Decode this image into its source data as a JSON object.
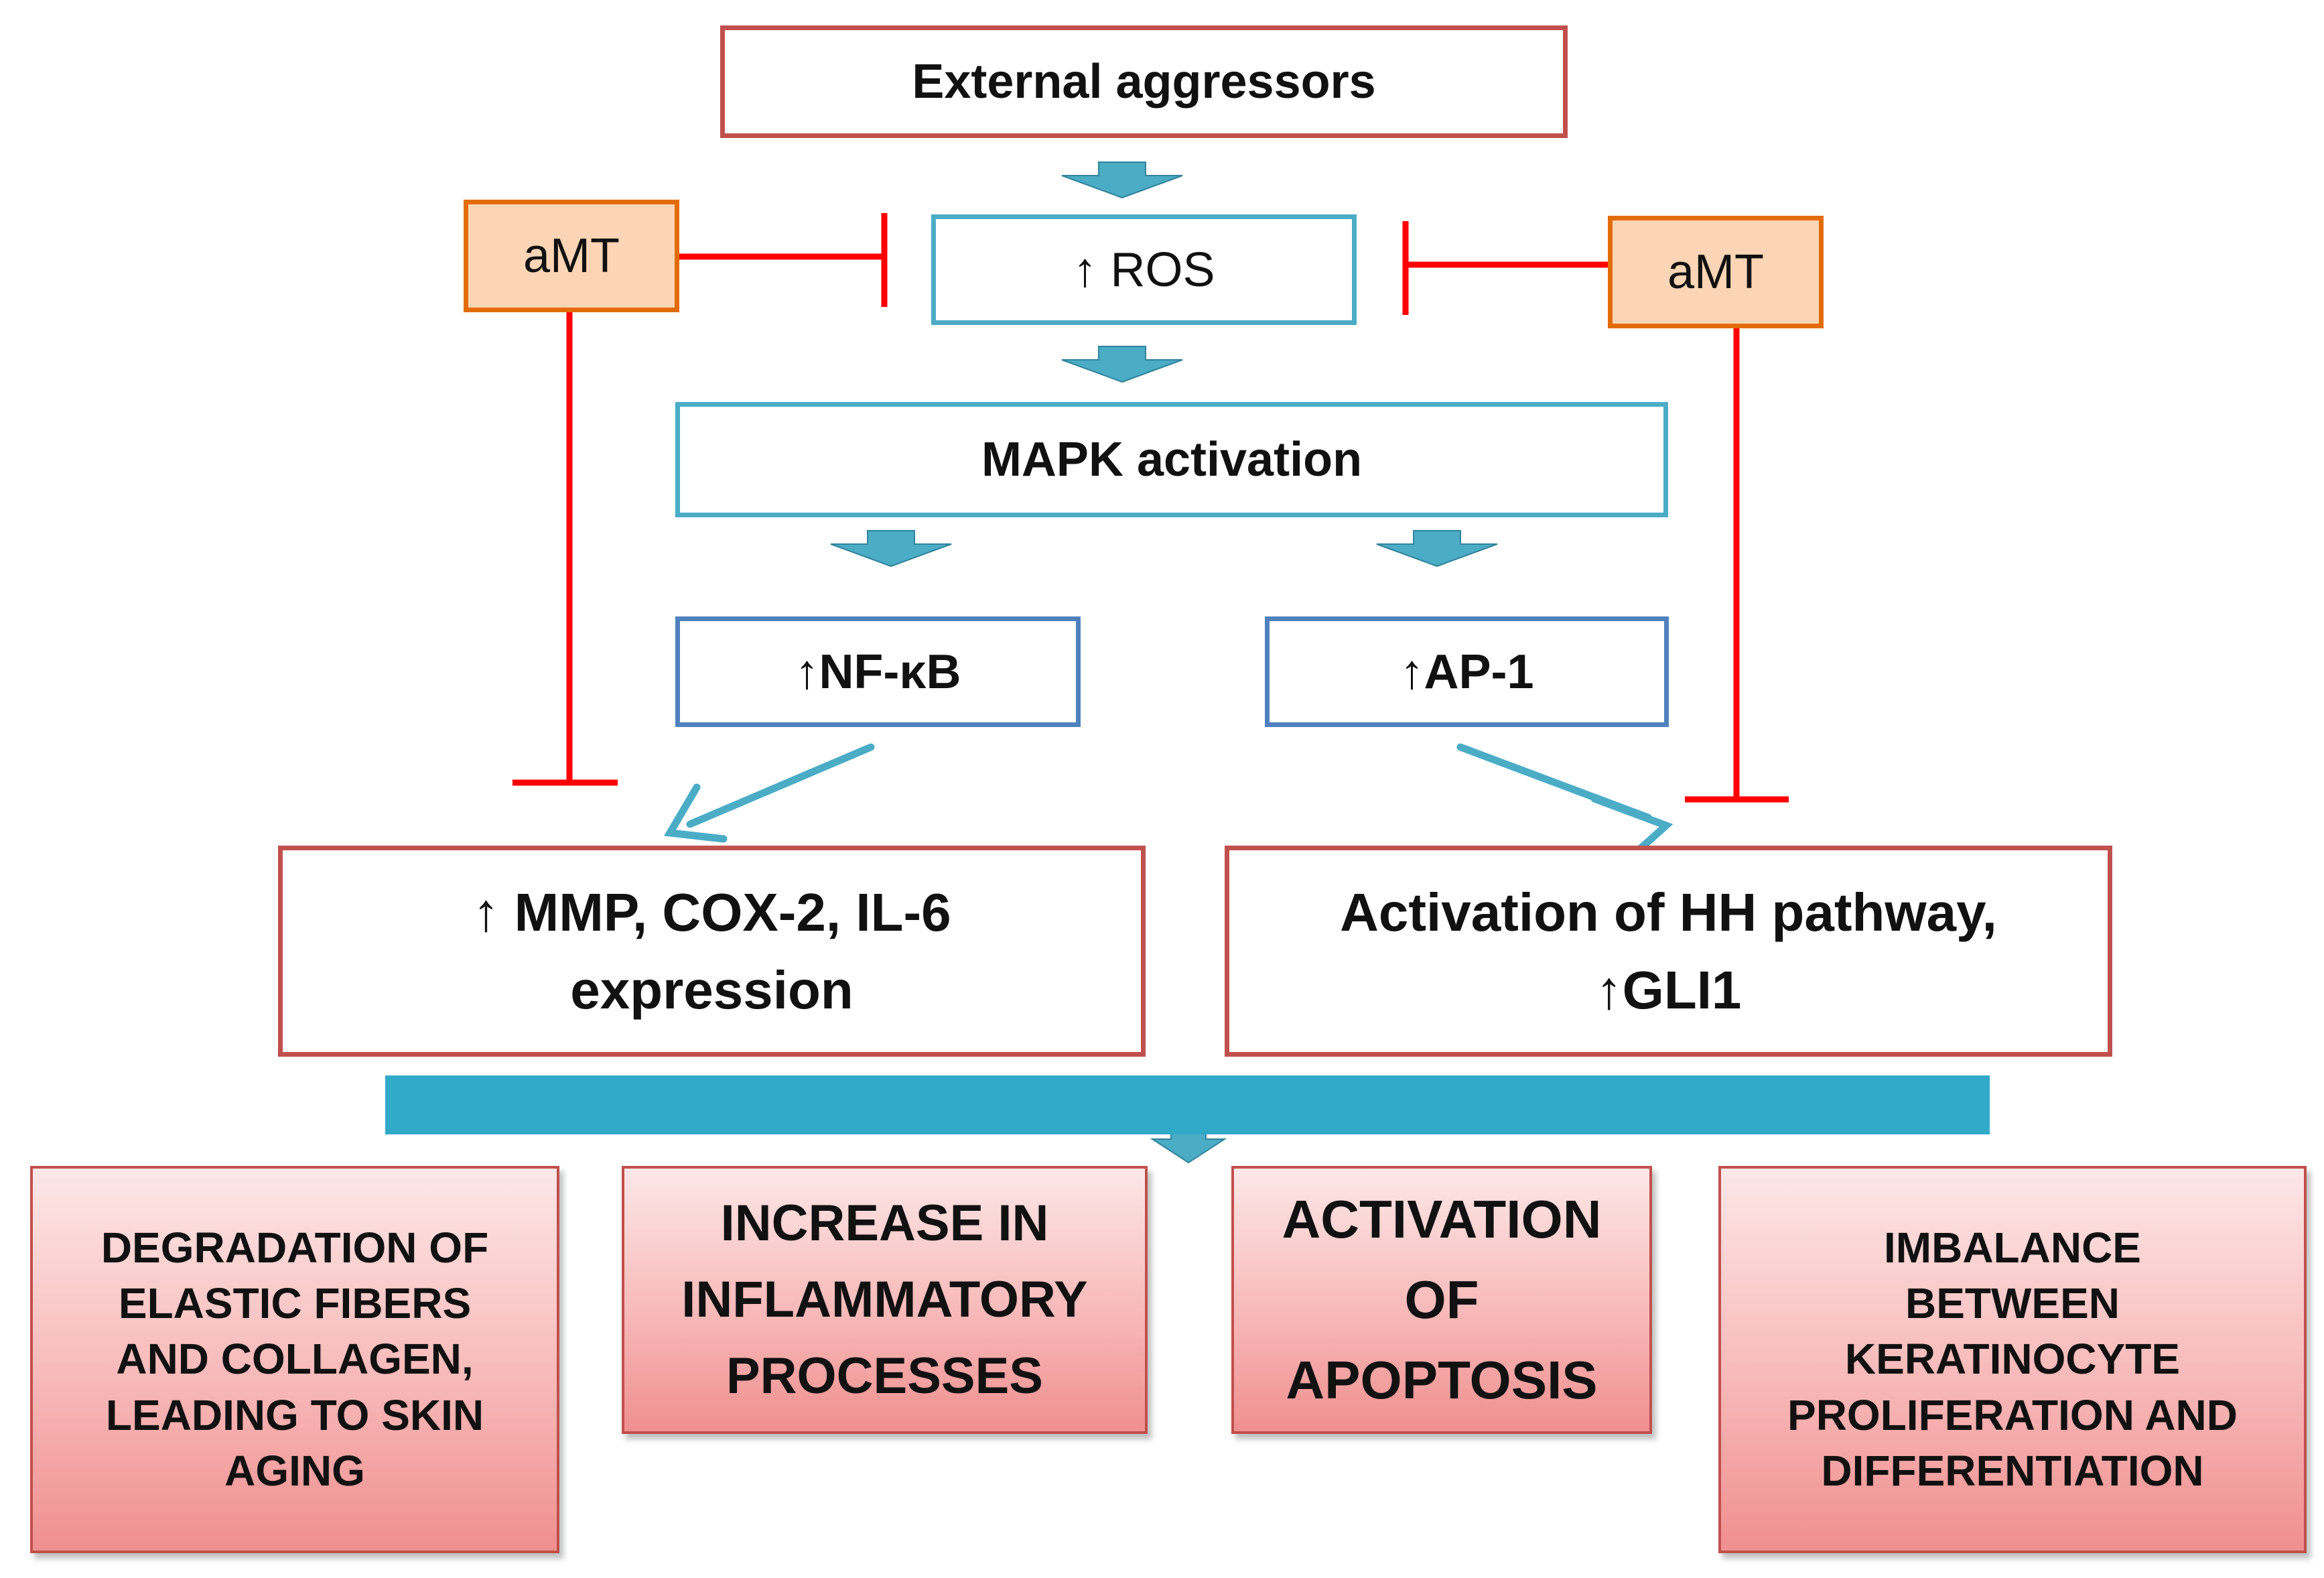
{
  "boxes": {
    "external": "External aggressors",
    "ros": "↑ ROS",
    "mapk": "MAPK activation",
    "nfkb": "↑NF-κB",
    "ap1": "↑AP-1",
    "mmp_line1": "↑ MMP, COX-2, IL-6",
    "mmp_line2": "expression",
    "hh_line1": "Activation of HH pathway,",
    "hh_line2": "↑GLI1"
  },
  "inhibitors": {
    "left": "aMT",
    "right": "aMT"
  },
  "outcomes": [
    {
      "lines": [
        "DEGRADATION OF",
        "ELASTIC FIBERS",
        "AND COLLAGEN,",
        "LEADING TO SKIN",
        "AGING"
      ]
    },
    {
      "lines": [
        "INCREASE IN",
        "INFLAMMATORY",
        "PROCESSES"
      ]
    },
    {
      "lines": [
        "ACTIVATION",
        "OF",
        "APOPTOSIS"
      ]
    },
    {
      "lines": [
        "IMBALANCE",
        "BETWEEN",
        "KERATINOCYTE",
        "PROLIFERATION AND",
        "DIFFERENTIATION"
      ]
    }
  ],
  "colors": {
    "box_red": "#c0504d",
    "box_teal": "#4bacc6",
    "box_blue": "#4f81bd",
    "inhibitor_fill": "#fbd5b5",
    "inhibitor_border": "#e36c0a",
    "inhibition_line": "#ff0000",
    "arrow": "#4bacc6"
  }
}
